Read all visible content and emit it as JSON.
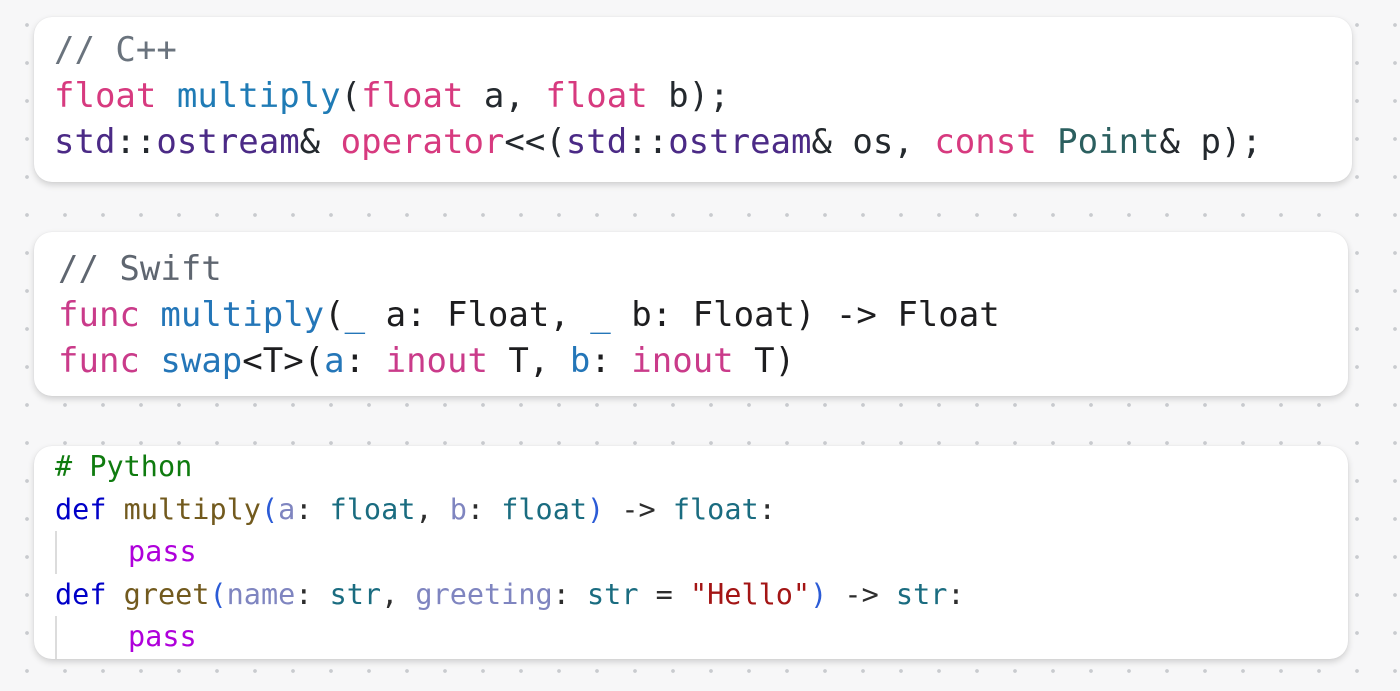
{
  "colors": {
    "cpp_comment": "#6a737d",
    "cpp_keyword": "#d73a7f",
    "cpp_function": "#1f7bb5",
    "cpp_namespace": "#4b2a86",
    "cpp_plain": "#24292e",
    "cpp_type": "#2b5f5f",
    "swift_comment": "#5f6670",
    "swift_keyword": "#ca3b8a",
    "swift_function": "#2476b8",
    "swift_plain": "#1d1d1f",
    "py_comment": "#0f7b0f",
    "py_keyword": "#0000c8",
    "py_function": "#725a1e",
    "py_param": "#7f85c0",
    "py_type": "#1a6c80",
    "py_plain": "#2d2d2d",
    "py_control": "#af00db",
    "py_string": "#a31515",
    "py_bracket": "#2b5bd6"
  },
  "snippets": {
    "cpp": {
      "lines": [
        [
          {
            "t": "// C++",
            "c": "cpp_comment"
          }
        ],
        [
          {
            "t": "float",
            "c": "cpp_keyword"
          },
          {
            "t": " ",
            "c": "cpp_plain"
          },
          {
            "t": "multiply",
            "c": "cpp_function"
          },
          {
            "t": "(",
            "c": "cpp_plain"
          },
          {
            "t": "float",
            "c": "cpp_keyword"
          },
          {
            "t": " a, ",
            "c": "cpp_plain"
          },
          {
            "t": "float",
            "c": "cpp_keyword"
          },
          {
            "t": " b);",
            "c": "cpp_plain"
          }
        ],
        [
          {
            "t": "std",
            "c": "cpp_namespace"
          },
          {
            "t": "::",
            "c": "cpp_plain"
          },
          {
            "t": "ostream",
            "c": "cpp_namespace"
          },
          {
            "t": "& ",
            "c": "cpp_plain"
          },
          {
            "t": "operator",
            "c": "cpp_keyword"
          },
          {
            "t": "<<(",
            "c": "cpp_plain"
          },
          {
            "t": "std",
            "c": "cpp_namespace"
          },
          {
            "t": "::",
            "c": "cpp_plain"
          },
          {
            "t": "ostream",
            "c": "cpp_namespace"
          },
          {
            "t": "& os, ",
            "c": "cpp_plain"
          },
          {
            "t": "const",
            "c": "cpp_keyword"
          },
          {
            "t": " ",
            "c": "cpp_plain"
          },
          {
            "t": "Point",
            "c": "cpp_type"
          },
          {
            "t": "& p);",
            "c": "cpp_plain"
          }
        ]
      ]
    },
    "swift": {
      "lines": [
        [
          {
            "t": "// Swift",
            "c": "swift_comment"
          }
        ],
        [
          {
            "t": "func",
            "c": "swift_keyword"
          },
          {
            "t": " ",
            "c": "swift_plain"
          },
          {
            "t": "multiply",
            "c": "swift_function"
          },
          {
            "t": "(",
            "c": "swift_plain"
          },
          {
            "t": "_",
            "c": "swift_function"
          },
          {
            "t": " a: Float, ",
            "c": "swift_plain"
          },
          {
            "t": "_",
            "c": "swift_function"
          },
          {
            "t": " b: Float) -> Float",
            "c": "swift_plain"
          }
        ],
        [
          {
            "t": "func",
            "c": "swift_keyword"
          },
          {
            "t": " ",
            "c": "swift_plain"
          },
          {
            "t": "swap",
            "c": "swift_function"
          },
          {
            "t": "<T>(",
            "c": "swift_plain"
          },
          {
            "t": "a",
            "c": "swift_function"
          },
          {
            "t": ": ",
            "c": "swift_plain"
          },
          {
            "t": "inout",
            "c": "swift_keyword"
          },
          {
            "t": " T, ",
            "c": "swift_plain"
          },
          {
            "t": "b",
            "c": "swift_function"
          },
          {
            "t": ": ",
            "c": "swift_plain"
          },
          {
            "t": "inout",
            "c": "swift_keyword"
          },
          {
            "t": " T)",
            "c": "swift_plain"
          }
        ]
      ]
    },
    "python": {
      "lines": [
        {
          "indent": false,
          "tokens": [
            {
              "t": "# Python",
              "c": "py_comment"
            }
          ]
        },
        {
          "indent": false,
          "tokens": [
            {
              "t": "def",
              "c": "py_keyword"
            },
            {
              "t": " ",
              "c": "py_plain"
            },
            {
              "t": "multiply",
              "c": "py_function"
            },
            {
              "t": "(",
              "c": "py_bracket"
            },
            {
              "t": "a",
              "c": "py_param"
            },
            {
              "t": ": ",
              "c": "py_plain"
            },
            {
              "t": "float",
              "c": "py_type"
            },
            {
              "t": ", ",
              "c": "py_plain"
            },
            {
              "t": "b",
              "c": "py_param"
            },
            {
              "t": ": ",
              "c": "py_plain"
            },
            {
              "t": "float",
              "c": "py_type"
            },
            {
              "t": ")",
              "c": "py_bracket"
            },
            {
              "t": " -> ",
              "c": "py_plain"
            },
            {
              "t": "float",
              "c": "py_type"
            },
            {
              "t": ":",
              "c": "py_plain"
            }
          ]
        },
        {
          "indent": true,
          "tokens": [
            {
              "t": "pass",
              "c": "py_control"
            }
          ]
        },
        {
          "indent": false,
          "tokens": [
            {
              "t": "def",
              "c": "py_keyword"
            },
            {
              "t": " ",
              "c": "py_plain"
            },
            {
              "t": "greet",
              "c": "py_function"
            },
            {
              "t": "(",
              "c": "py_bracket"
            },
            {
              "t": "name",
              "c": "py_param"
            },
            {
              "t": ": ",
              "c": "py_plain"
            },
            {
              "t": "str",
              "c": "py_type"
            },
            {
              "t": ", ",
              "c": "py_plain"
            },
            {
              "t": "greeting",
              "c": "py_param"
            },
            {
              "t": ": ",
              "c": "py_plain"
            },
            {
              "t": "str",
              "c": "py_type"
            },
            {
              "t": " = ",
              "c": "py_plain"
            },
            {
              "t": "\"Hello\"",
              "c": "py_string"
            },
            {
              "t": ")",
              "c": "py_bracket"
            },
            {
              "t": " -> ",
              "c": "py_plain"
            },
            {
              "t": "str",
              "c": "py_type"
            },
            {
              "t": ":",
              "c": "py_plain"
            }
          ]
        },
        {
          "indent": true,
          "tokens": [
            {
              "t": "pass",
              "c": "py_control"
            }
          ]
        }
      ]
    }
  }
}
